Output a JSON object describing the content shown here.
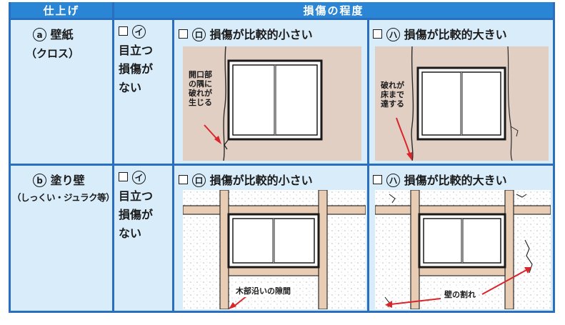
{
  "header": {
    "finish": "仕上げ",
    "degree": "損傷の程度"
  },
  "rows": [
    {
      "finish_marker": "a",
      "finish_name": "壁紙",
      "finish_sub": "（クロス）",
      "options": [
        {
          "marker": "イ",
          "lines": [
            "目立つ",
            "損傷が",
            "ない"
          ]
        },
        {
          "marker": "ロ",
          "title": "損傷が比較的小さい",
          "annotation": [
            "開口部",
            "の隅に",
            "破れが",
            "生じる"
          ]
        },
        {
          "marker": "ハ",
          "title": "損傷が比較的大きい",
          "annotation": [
            "破れが",
            "床まで",
            "達する"
          ]
        }
      ]
    },
    {
      "finish_marker": "b",
      "finish_name": "塗り壁",
      "finish_sub": "（しっくい・ジュラク等）",
      "options": [
        {
          "marker": "イ",
          "lines": [
            "目立つ",
            "損傷が",
            "ない"
          ]
        },
        {
          "marker": "ロ",
          "title": "損傷が比較的小さい",
          "annotation": [
            "木部沿いの隙間"
          ]
        },
        {
          "marker": "ハ",
          "title": "損傷が比較的大きい",
          "annotation": [
            "壁の割れ"
          ]
        }
      ]
    }
  ],
  "colors": {
    "header_bg": "#2a86d4",
    "border": "#2a6fbf",
    "cell_bg": "#d9ecfa",
    "wallpaper": "#e2cfc4",
    "wood": "#e8cdb4",
    "arrow": "#d9262b"
  }
}
